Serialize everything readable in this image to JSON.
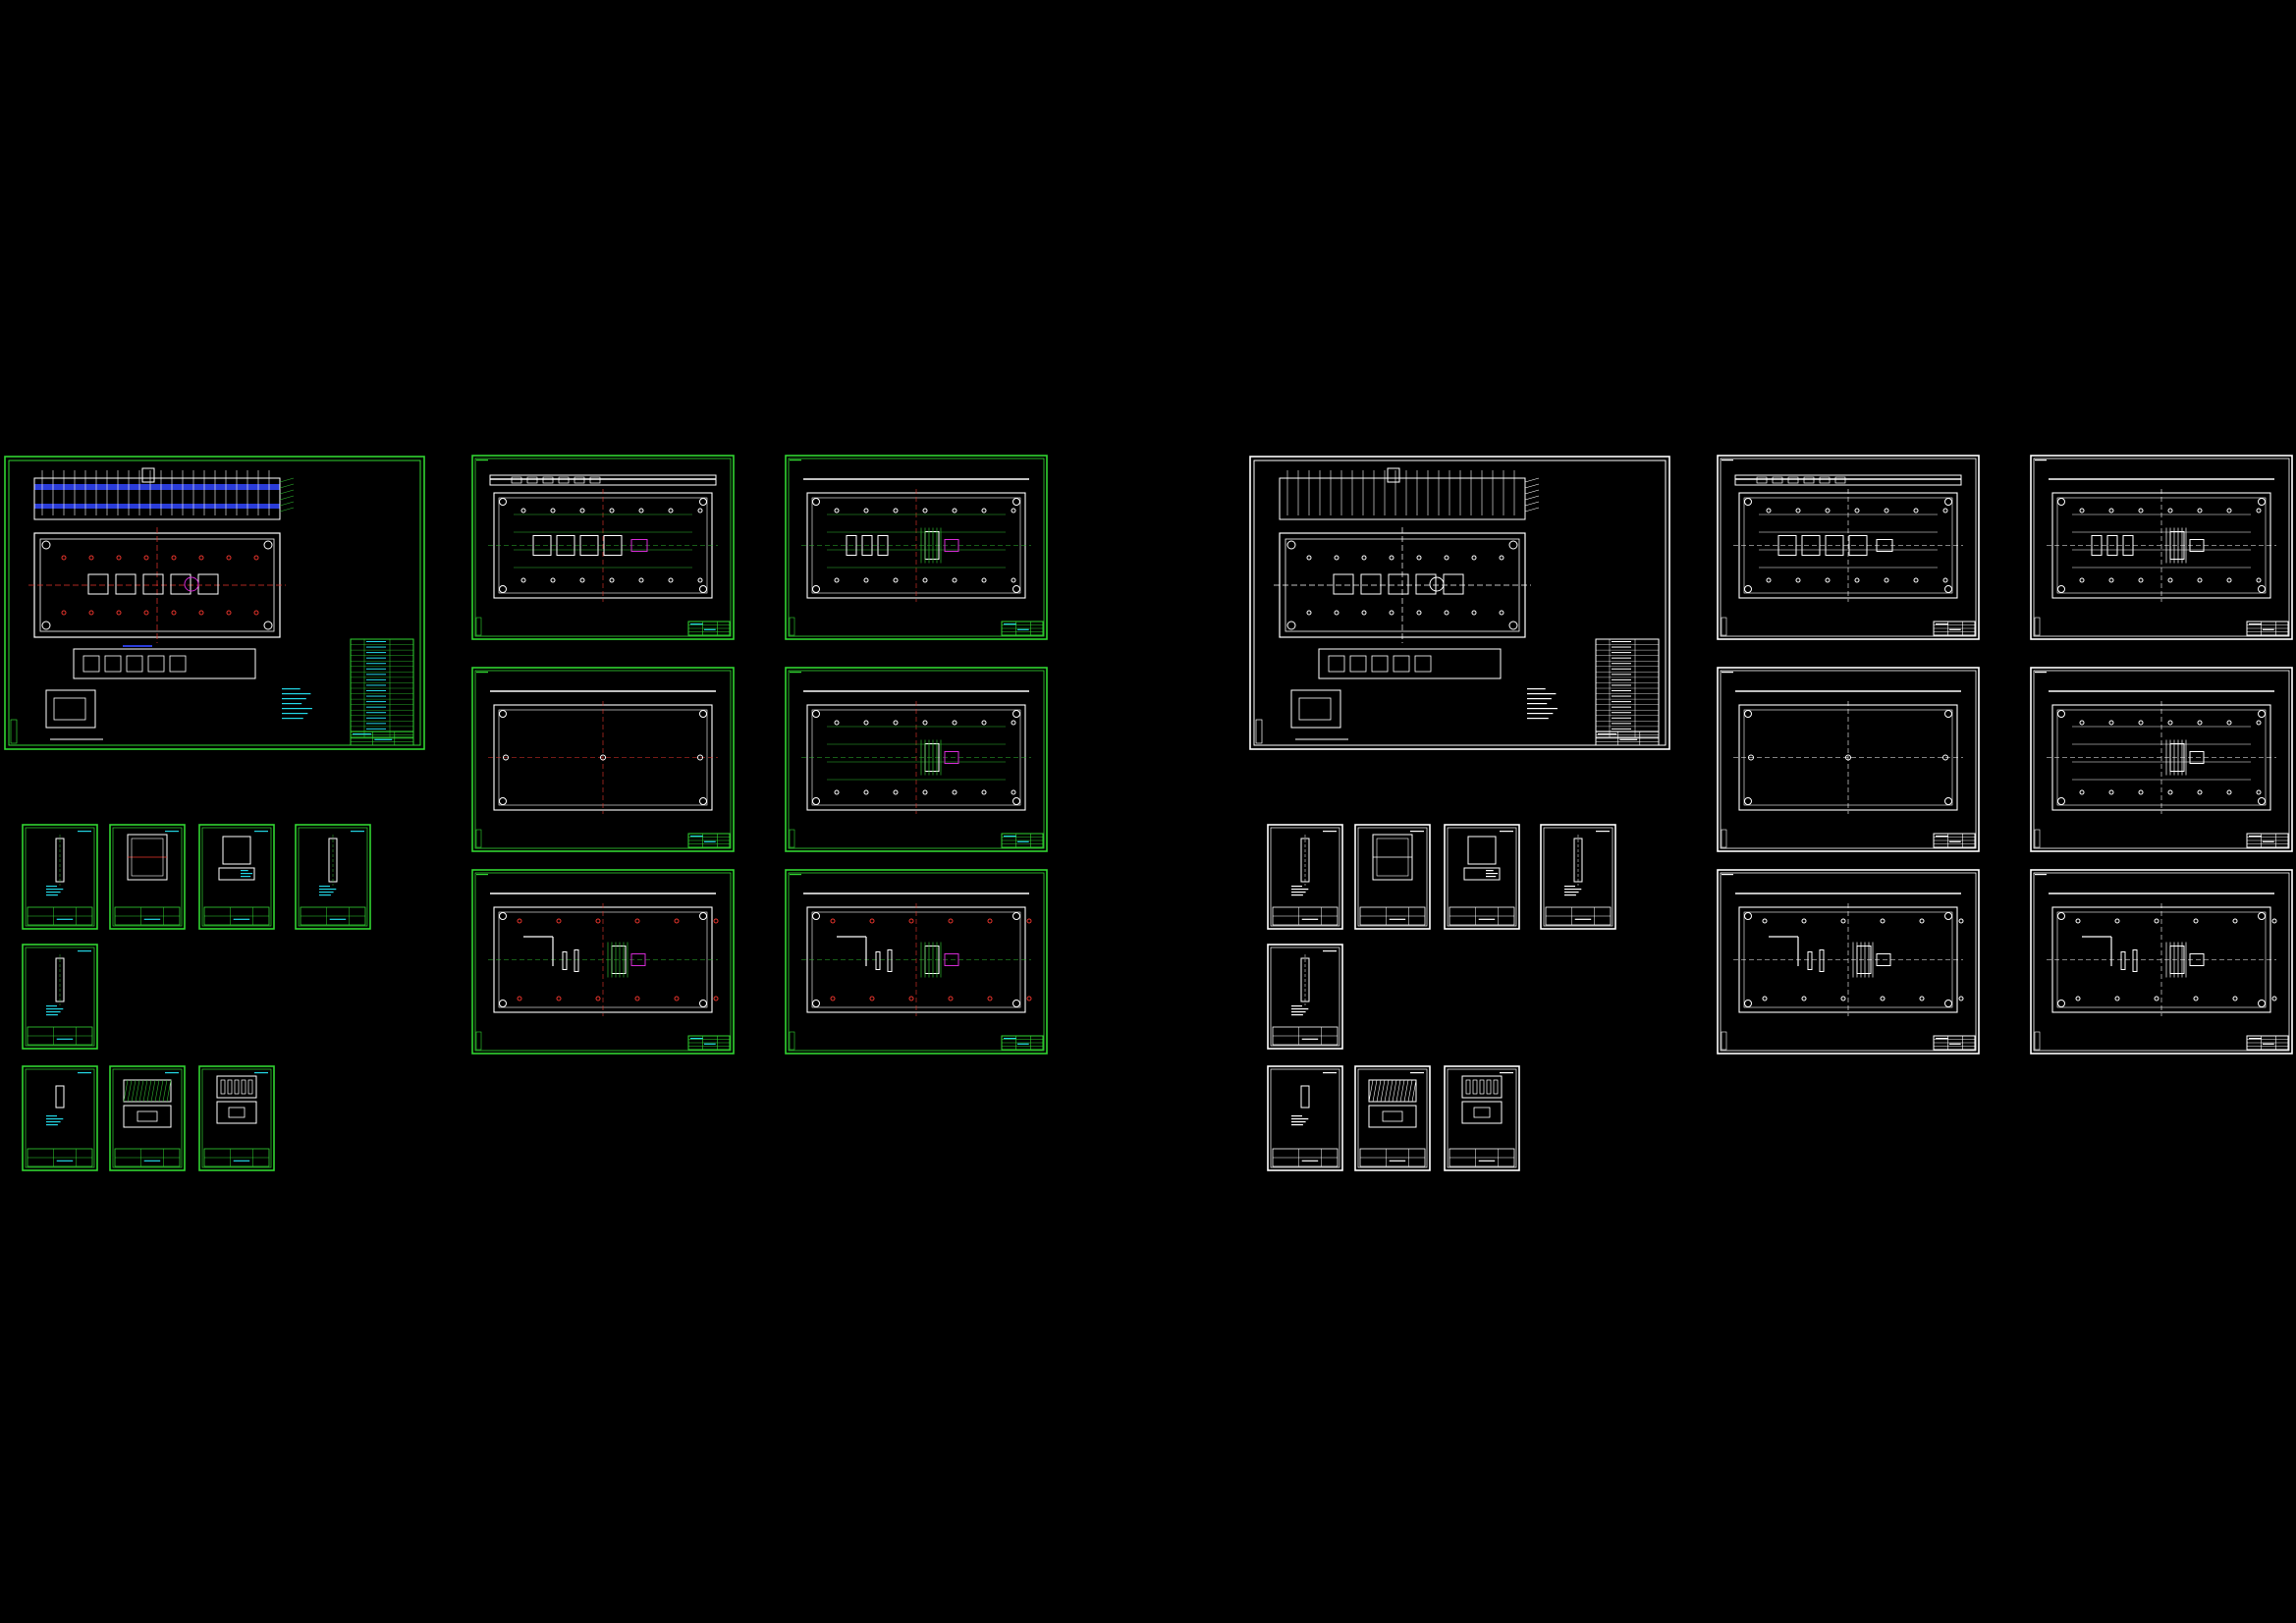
{
  "viewport": {
    "background": "#000000"
  },
  "colors": {
    "frame_green": "#31d431",
    "frame_white": "#ffffff",
    "geometry": "#ffffff",
    "centerline": "#e8342c",
    "dimension": "#2fb82f",
    "text": "#23d7e6",
    "band_blue": "#2a3cd9",
    "accent_magenta": "#d42bd4"
  },
  "groups": [
    {
      "id": "colored-set",
      "frame_color": "frame_green",
      "sheets": [
        {
          "kind": "assembly",
          "label": "assembly-drawing"
        },
        {
          "kind": "plate",
          "label": "plate-view-1",
          "variant": "holes"
        },
        {
          "kind": "plate",
          "label": "plate-view-2",
          "variant": "pockets"
        },
        {
          "kind": "plate",
          "label": "plate-view-3",
          "variant": "blank"
        },
        {
          "kind": "plate",
          "label": "plate-view-4",
          "variant": "grid"
        },
        {
          "kind": "plate",
          "label": "plate-view-5",
          "variant": "slots"
        },
        {
          "kind": "plate",
          "label": "plate-view-6",
          "variant": "slots2"
        },
        {
          "kind": "part",
          "label": "part-1",
          "variant": "slim"
        },
        {
          "kind": "part",
          "label": "part-2",
          "variant": "block"
        },
        {
          "kind": "part",
          "label": "part-3",
          "variant": "box"
        },
        {
          "kind": "part",
          "label": "part-4",
          "variant": "rod"
        },
        {
          "kind": "part",
          "label": "part-5",
          "variant": "rod"
        },
        {
          "kind": "part",
          "label": "part-6",
          "variant": "small"
        },
        {
          "kind": "part",
          "label": "part-7",
          "variant": "hatched"
        },
        {
          "kind": "part",
          "label": "part-8",
          "variant": "insert"
        }
      ]
    },
    {
      "id": "mono-set",
      "frame_color": "frame_white",
      "sheets": [
        {
          "kind": "assembly",
          "label": "assembly-drawing"
        },
        {
          "kind": "plate",
          "label": "plate-view-1",
          "variant": "holes"
        },
        {
          "kind": "plate",
          "label": "plate-view-2",
          "variant": "pockets"
        },
        {
          "kind": "plate",
          "label": "plate-view-3",
          "variant": "blank"
        },
        {
          "kind": "plate",
          "label": "plate-view-4",
          "variant": "grid"
        },
        {
          "kind": "plate",
          "label": "plate-view-5",
          "variant": "slots"
        },
        {
          "kind": "plate",
          "label": "plate-view-6",
          "variant": "slots2"
        },
        {
          "kind": "part",
          "label": "part-1",
          "variant": "slim"
        },
        {
          "kind": "part",
          "label": "part-2",
          "variant": "block"
        },
        {
          "kind": "part",
          "label": "part-3",
          "variant": "box"
        },
        {
          "kind": "part",
          "label": "part-4",
          "variant": "rod"
        },
        {
          "kind": "part",
          "label": "part-5",
          "variant": "rod"
        },
        {
          "kind": "part",
          "label": "part-6",
          "variant": "small"
        },
        {
          "kind": "part",
          "label": "part-7",
          "variant": "hatched"
        },
        {
          "kind": "part",
          "label": "part-8",
          "variant": "insert"
        }
      ]
    }
  ]
}
